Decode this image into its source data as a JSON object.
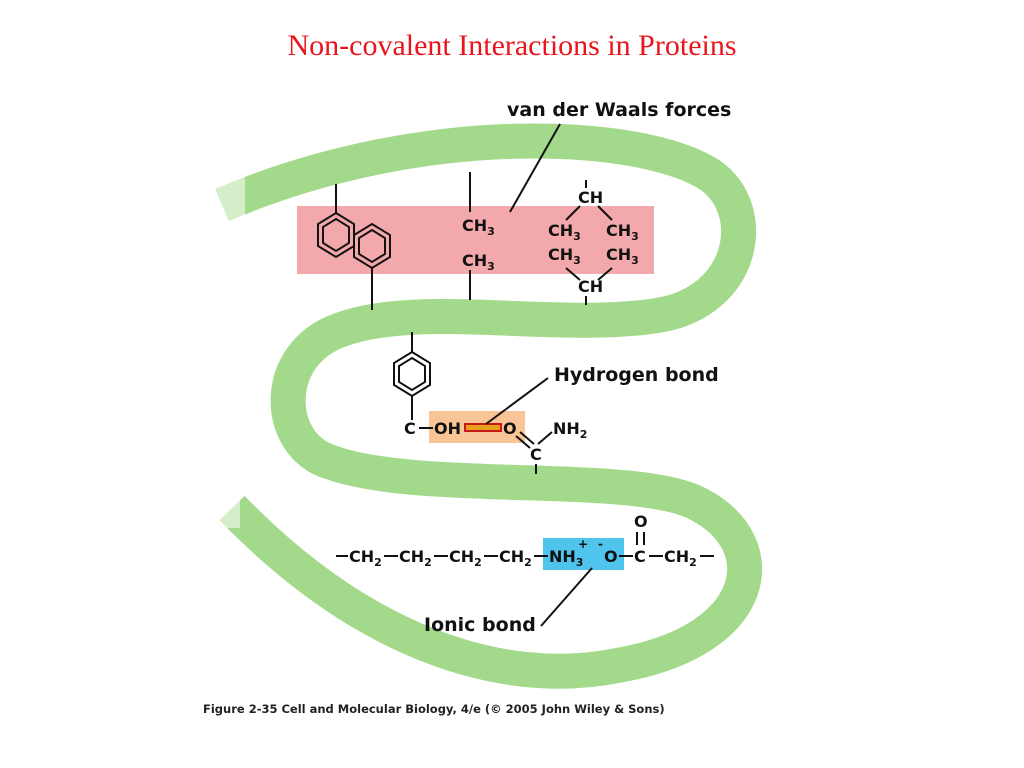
{
  "title": "Non-covalent Interactions in Proteins",
  "labels": {
    "vdw": "van der Waals forces",
    "hbond": "Hydrogen bond",
    "ionic": "Ionic bond"
  },
  "molecules": {
    "ch": "CH",
    "ch3": "CH",
    "sub3": "3",
    "c": "C",
    "oh": "OH",
    "o": "O",
    "nh": "NH",
    "sub2": "2",
    "ch2": "CH",
    "plus": "+",
    "minus": "-"
  },
  "caption": "Figure 2-35  Cell and Molecular Biology, 4/e (© 2005 John Wiley & Sons)",
  "colors": {
    "title": "#e8161c",
    "backbone": "#a3d98a",
    "vdw_box": "#f3a8ac",
    "hbond_box": "#f9c596",
    "ionic_box": "#4fc4ec",
    "hbond_line": "#e8a21a"
  }
}
